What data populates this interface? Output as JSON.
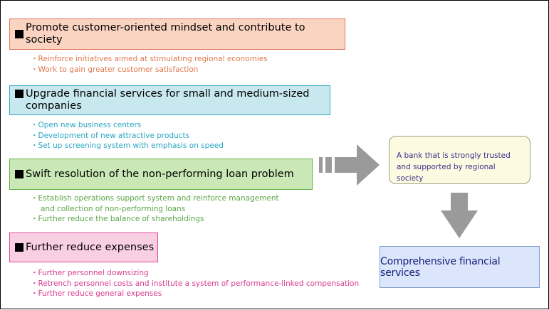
{
  "groups": [
    {
      "heading": "Promote customer-oriented mindset and contribute to society",
      "items": [
        [
          "・Reinforce initiatives aimed at stimulating regional economies"
        ],
        [
          "・Work to gain greater customer satisfaction"
        ]
      ]
    },
    {
      "heading": "Upgrade financial services for small and medium-sized companies",
      "items": [
        [
          "・Open new business centers"
        ],
        [
          "・Development of new attractive products"
        ],
        [
          "・Set up screening system with emphasis on speed"
        ]
      ]
    },
    {
      "heading": "Swift resolution of the non-performing loan problem",
      "items": [
        [
          "・Establish operations support system and reinforce management",
          "and collection of non-performing loans"
        ],
        [
          "・Further reduce the balance of shareholdings"
        ]
      ]
    },
    {
      "heading": "Further reduce expenses",
      "items": [
        [
          "・Further personnel downsizing"
        ],
        [
          "・Retrench personnel costs and institute a system of performance-linked compensation"
        ],
        [
          "・Further reduce general expenses"
        ]
      ]
    }
  ],
  "result_boxes": {
    "trust": "A bank that is strongly trusted and supported by regional society",
    "comprehensive": "Comprehensive financial services"
  },
  "colors": {
    "arrow": "#9a9a9a",
    "group_1": "#e07a5f",
    "group_2": "#3aa6c4",
    "group_3": "#66b04a",
    "group_4": "#e0479a",
    "trust_text": "#3a2e8a",
    "comprehensive_text": "#16217a"
  }
}
